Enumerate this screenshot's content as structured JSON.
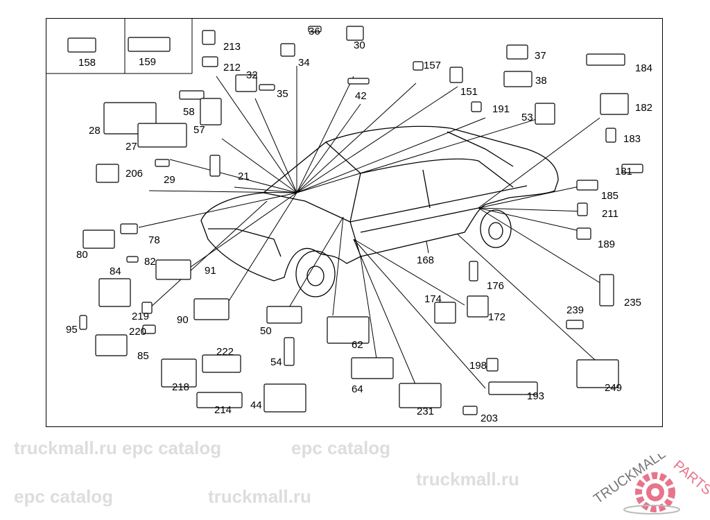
{
  "diagram": {
    "labels": [
      "158",
      "159",
      "213",
      "212",
      "36",
      "34",
      "30",
      "32",
      "35",
      "42",
      "157",
      "151",
      "37",
      "38",
      "184",
      "191",
      "53",
      "182",
      "183",
      "58",
      "57",
      "28",
      "27",
      "29",
      "206",
      "21",
      "181",
      "185",
      "211",
      "78",
      "80",
      "82",
      "189",
      "84",
      "91",
      "168",
      "176",
      "174",
      "235",
      "239",
      "172",
      "219",
      "90",
      "95",
      "220",
      "50",
      "62",
      "85",
      "222",
      "54",
      "198",
      "218",
      "64",
      "193",
      "249",
      "214",
      "44",
      "231",
      "203"
    ]
  },
  "watermark": {
    "text_a": "truckmall.ru epc catalog",
    "text_b": "epc catalog",
    "text_c": "truckmall.ru"
  },
  "logo": {
    "text_main": "TRUCKMALL",
    "text_accent": "PARTS",
    "color_main": "#777777",
    "color_accent": "#e8748c"
  }
}
